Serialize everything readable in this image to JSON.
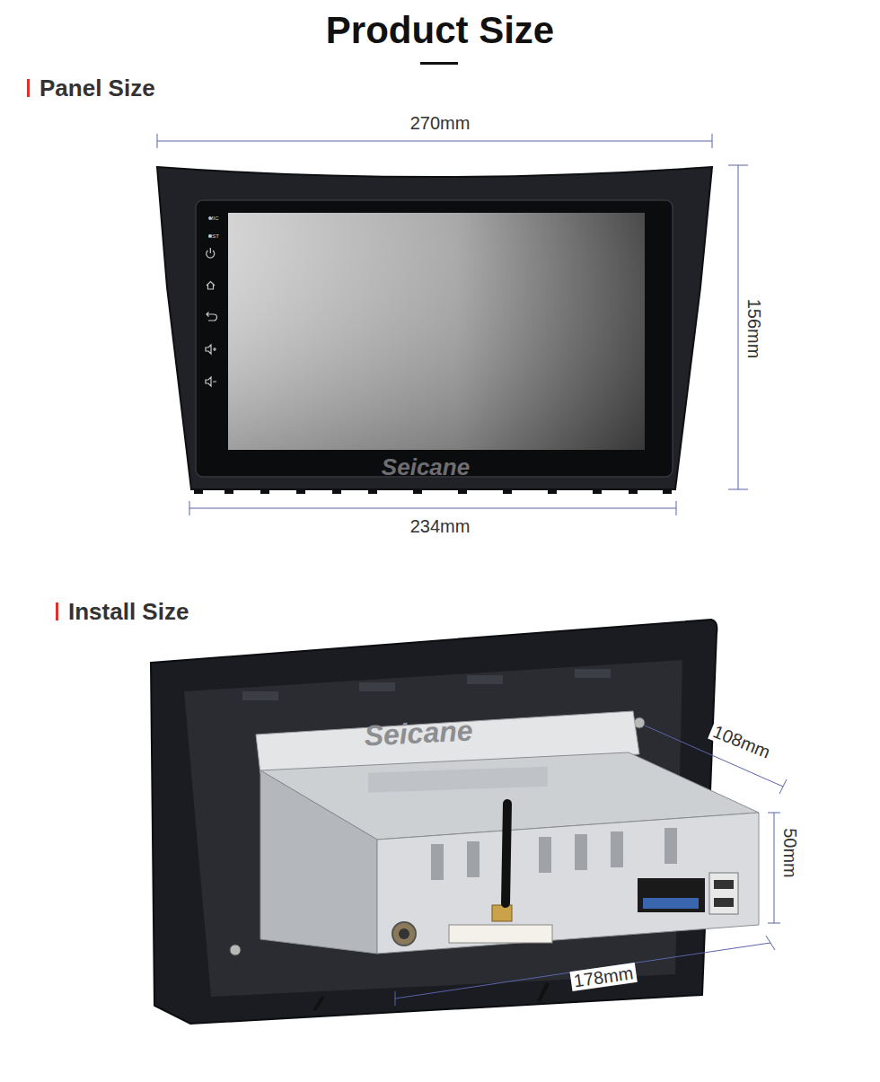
{
  "diagram": {
    "title": "Product Size",
    "labels": [
      "Panel Size",
      "270mm",
      "156mm",
      "234mm",
      "MIC",
      "RST",
      "Seicane",
      "Install Size",
      "Seicane",
      "108mm",
      "50mm",
      "178mm"
    ]
  }
}
